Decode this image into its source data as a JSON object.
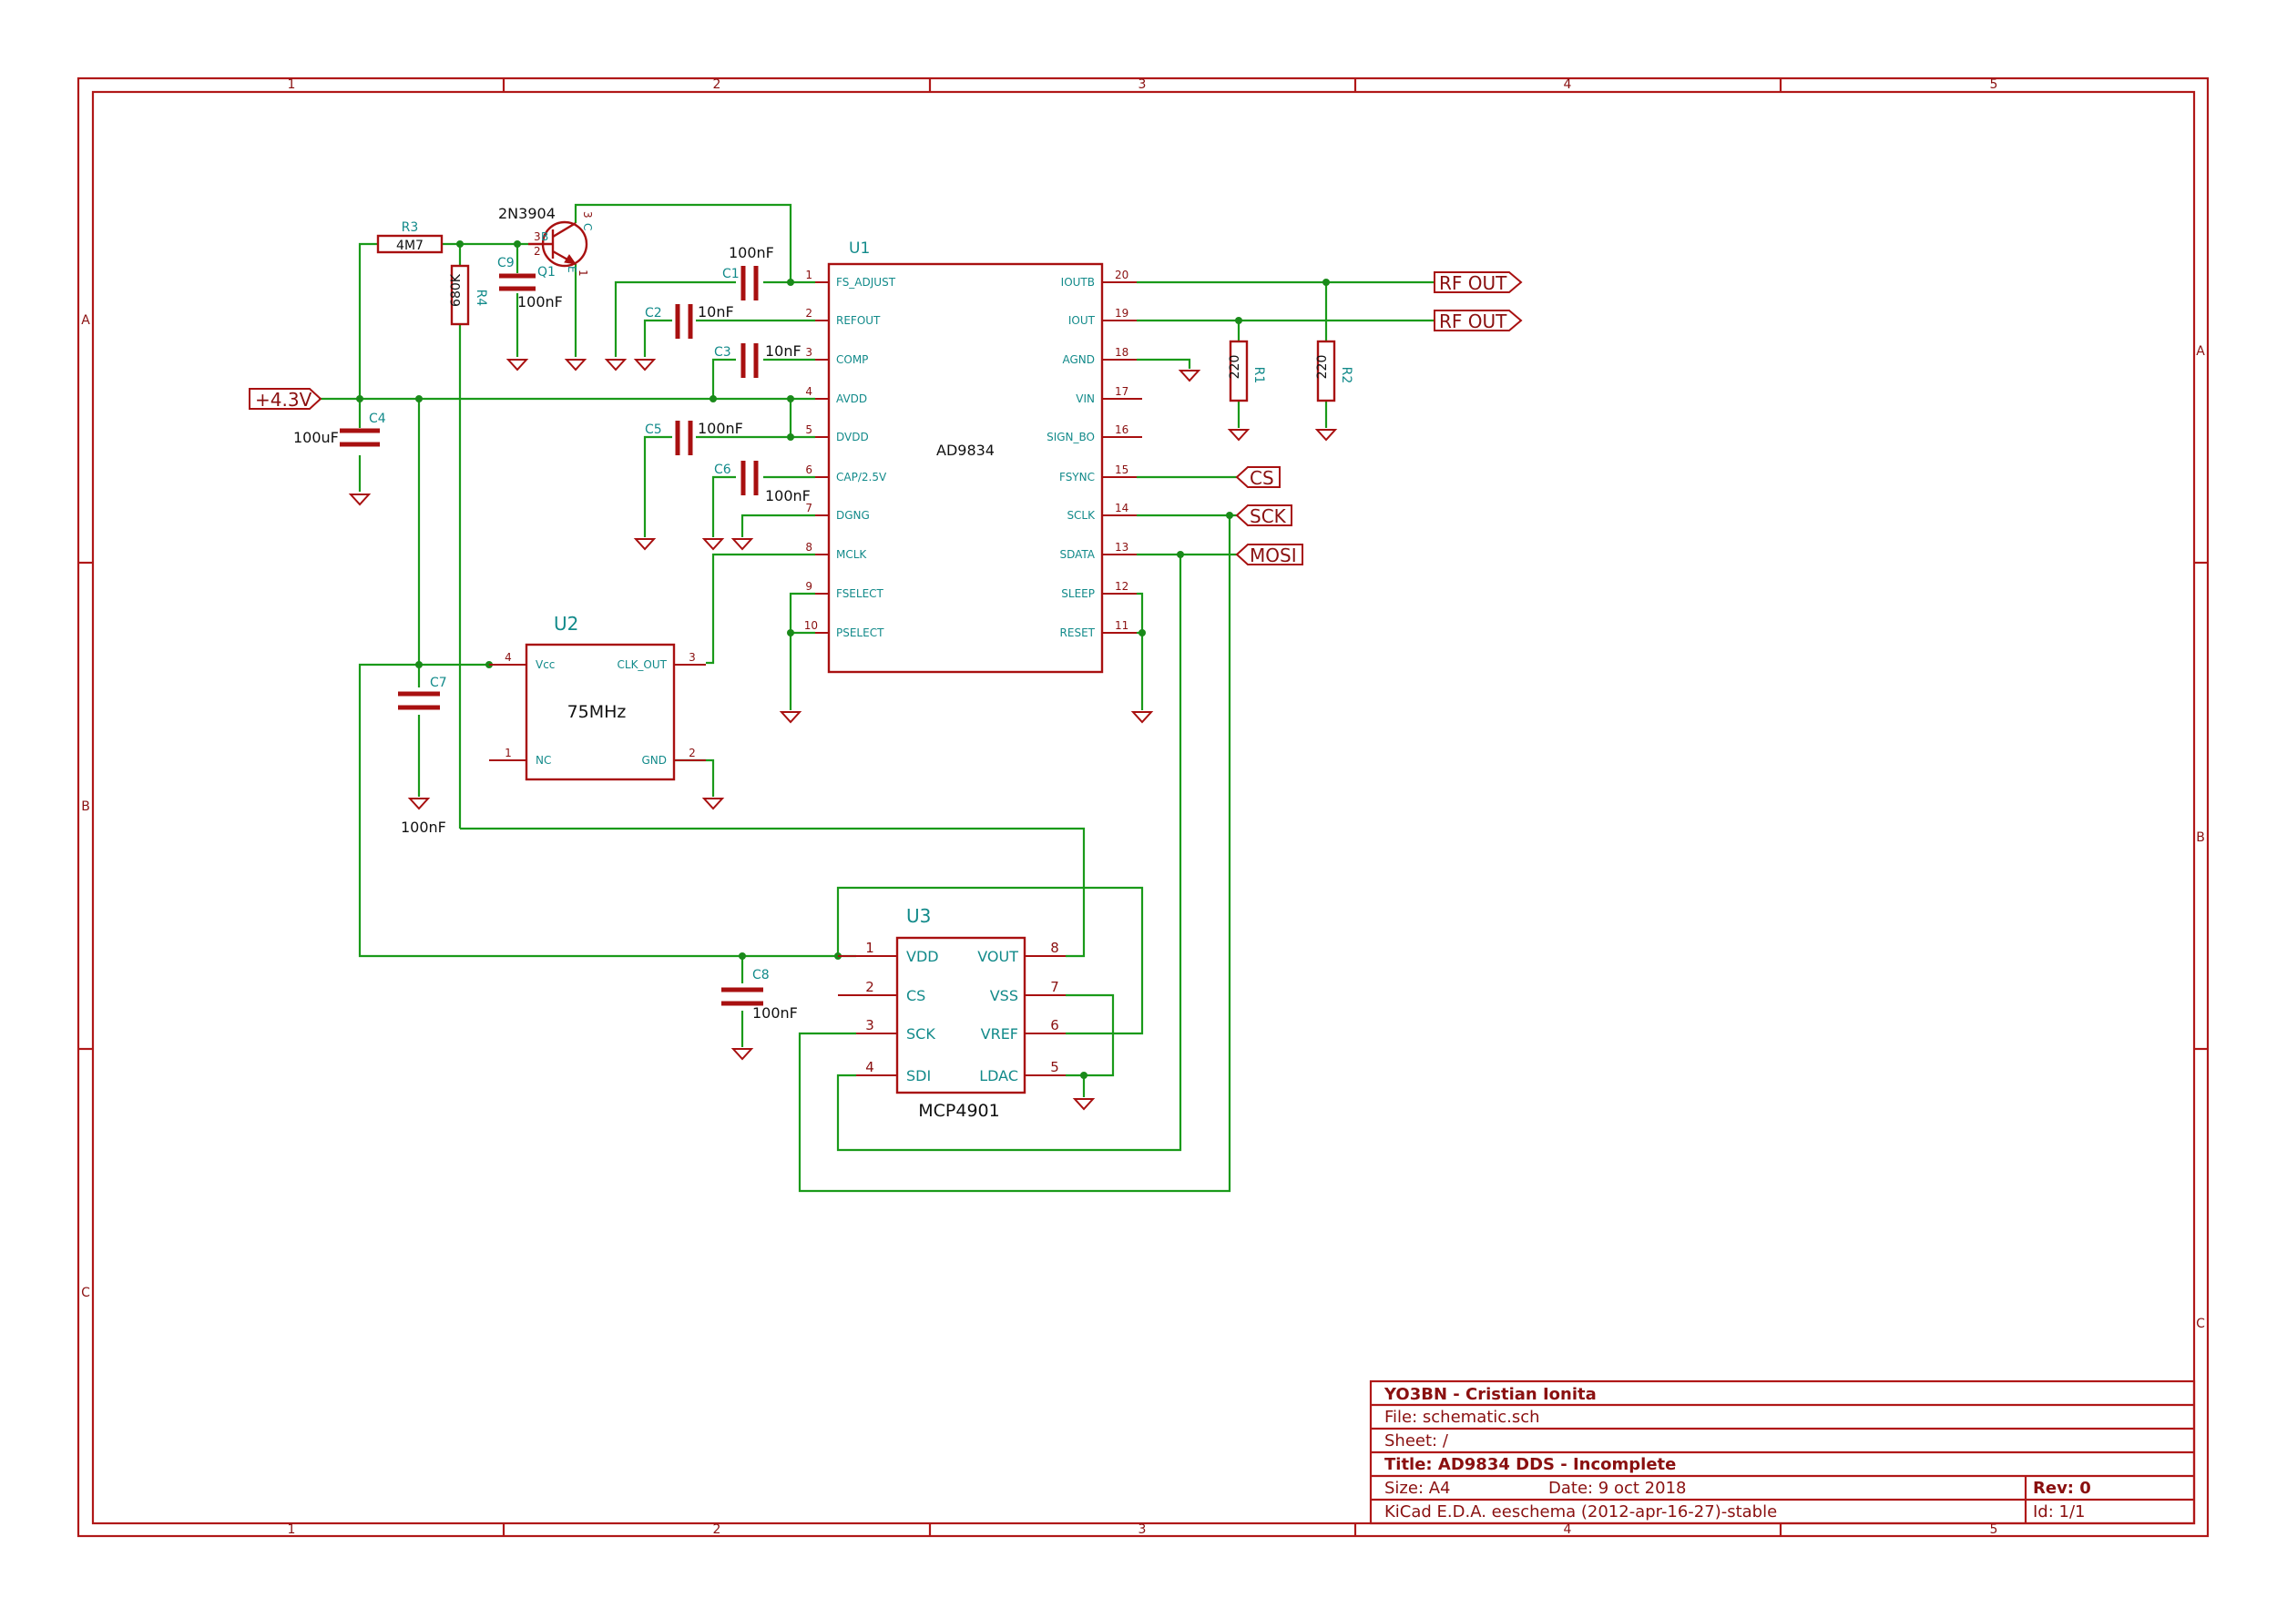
{
  "title_block": {
    "author": "YO3BN - Cristian Ionita",
    "file": "File: schematic.sch",
    "sheet": "Sheet: /",
    "title": "Title: AD9834 DDS - Incomplete",
    "size": "Size: A4",
    "date": "Date: 9 oct 2018",
    "rev": "Rev: 0",
    "tool": "KiCad E.D.A.  eeschema (2012-apr-16-27)-stable",
    "id": "Id: 1/1"
  },
  "frame": {
    "columns": [
      "1",
      "2",
      "3",
      "4",
      "5"
    ],
    "rows": [
      "A",
      "B",
      "C"
    ]
  },
  "u1": {
    "ref": "U1",
    "value": "AD9834",
    "left_pins": [
      {
        "num": "1",
        "name": "FS_ADJUST"
      },
      {
        "num": "2",
        "name": "REFOUT"
      },
      {
        "num": "3",
        "name": "COMP"
      },
      {
        "num": "4",
        "name": "AVDD"
      },
      {
        "num": "5",
        "name": "DVDD"
      },
      {
        "num": "6",
        "name": "CAP/2.5V"
      },
      {
        "num": "7",
        "name": "DGNG"
      },
      {
        "num": "8",
        "name": "MCLK"
      },
      {
        "num": "9",
        "name": "FSELECT"
      },
      {
        "num": "10",
        "name": "PSELECT"
      }
    ],
    "right_pins": [
      {
        "num": "20",
        "name": "IOUTB"
      },
      {
        "num": "19",
        "name": "IOUT"
      },
      {
        "num": "18",
        "name": "AGND"
      },
      {
        "num": "17",
        "name": "VIN"
      },
      {
        "num": "16",
        "name": "SIGN_BO"
      },
      {
        "num": "15",
        "name": "FSYNC"
      },
      {
        "num": "14",
        "name": "SCLK"
      },
      {
        "num": "13",
        "name": "SDATA"
      },
      {
        "num": "12",
        "name": "SLEEP"
      },
      {
        "num": "11",
        "name": "RESET"
      }
    ]
  },
  "u2": {
    "ref": "U2",
    "value": "75MHz",
    "pins": [
      {
        "num": "4",
        "name": "Vcc"
      },
      {
        "num": "3",
        "name": "CLK_OUT"
      },
      {
        "num": "1",
        "name": "NC"
      },
      {
        "num": "2",
        "name": "GND"
      }
    ]
  },
  "u3": {
    "ref": "U3",
    "value": "MCP4901",
    "left_pins": [
      {
        "num": "1",
        "name": "VDD"
      },
      {
        "num": "2",
        "name": "CS"
      },
      {
        "num": "3",
        "name": "SCK"
      },
      {
        "num": "4",
        "name": "SDI"
      }
    ],
    "right_pins": [
      {
        "num": "8",
        "name": "VOUT"
      },
      {
        "num": "7",
        "name": "VSS"
      },
      {
        "num": "6",
        "name": "VREF"
      },
      {
        "num": "5",
        "name": "LDAC"
      }
    ]
  },
  "q1": {
    "ref": "Q1",
    "value": "2N3904",
    "pin_b": "B",
    "pin_c": "C",
    "pin_e": "E",
    "pin_1": "1",
    "pin_2": "2",
    "pin_3": "3"
  },
  "capacitors": {
    "c1": {
      "ref": "C1",
      "value": "100nF"
    },
    "c2": {
      "ref": "C2",
      "value": "10nF"
    },
    "c3": {
      "ref": "C3",
      "value": "10nF"
    },
    "c4": {
      "ref": "C4",
      "value": "100uF"
    },
    "c5": {
      "ref": "C5",
      "value": "100nF"
    },
    "c6": {
      "ref": "C6",
      "value": "100nF"
    },
    "c7": {
      "ref": "C7",
      "value": "100nF"
    },
    "c8": {
      "ref": "C8",
      "value": "100nF"
    },
    "c9": {
      "ref": "C9",
      "value": "100nF"
    }
  },
  "resistors": {
    "r1": {
      "ref": "R1",
      "value": "220"
    },
    "r2": {
      "ref": "R2",
      "value": "220"
    },
    "r3": {
      "ref": "R3",
      "value": "4M7"
    },
    "r4": {
      "ref": "R4",
      "value": "680K"
    }
  },
  "labels": {
    "power": "+4.3V",
    "rf_out_1": "RF OUT",
    "rf_out_2": "RF OUT",
    "cs": "CS",
    "sck": "SCK",
    "mosi": "MOSI"
  },
  "colors": {
    "border": "#b01818",
    "wire": "#1a9a1a",
    "component": "#a81010",
    "reference": "#128a8a"
  }
}
